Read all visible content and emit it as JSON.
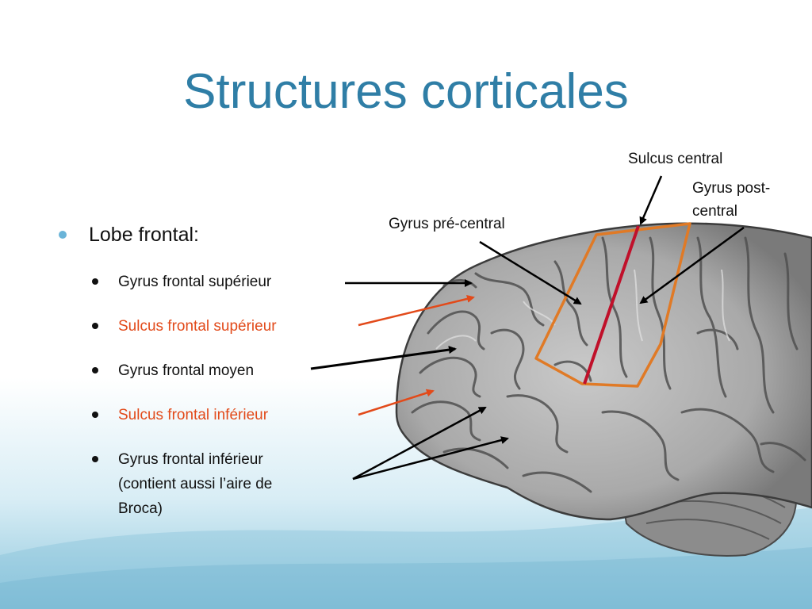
{
  "slide": {
    "title": "Structures corticales",
    "lobe": {
      "label": "Lobe frontal:"
    },
    "items": [
      {
        "label": "Gyrus frontal supérieur",
        "highlight": false
      },
      {
        "label": "Sulcus frontal supérieur",
        "highlight": true
      },
      {
        "label": "Gyrus frontal moyen",
        "highlight": false
      },
      {
        "label": "Sulcus frontal inférieur",
        "highlight": true
      },
      {
        "label": "Gyrus frontal inférieur",
        "highlight": false,
        "line2": "(contient aussi l’aire de",
        "line3": "Broca)"
      }
    ]
  },
  "diagram": {
    "labels": {
      "sulcus_central": "Sulcus central",
      "gyrus_post_central_1": "Gyrus post-",
      "gyrus_post_central_2": "central",
      "gyrus_pre_central": "Gyrus pré-central"
    }
  },
  "colors": {
    "title": "#2f7ea6",
    "highlight_text": "#e24a1a",
    "central_sulcus_line": "#c0102a",
    "region_outline": "#e07a26",
    "arrow_red": "#e24a1a",
    "arrow_black": "#000000",
    "background_bottom": "#8ec7dd"
  }
}
